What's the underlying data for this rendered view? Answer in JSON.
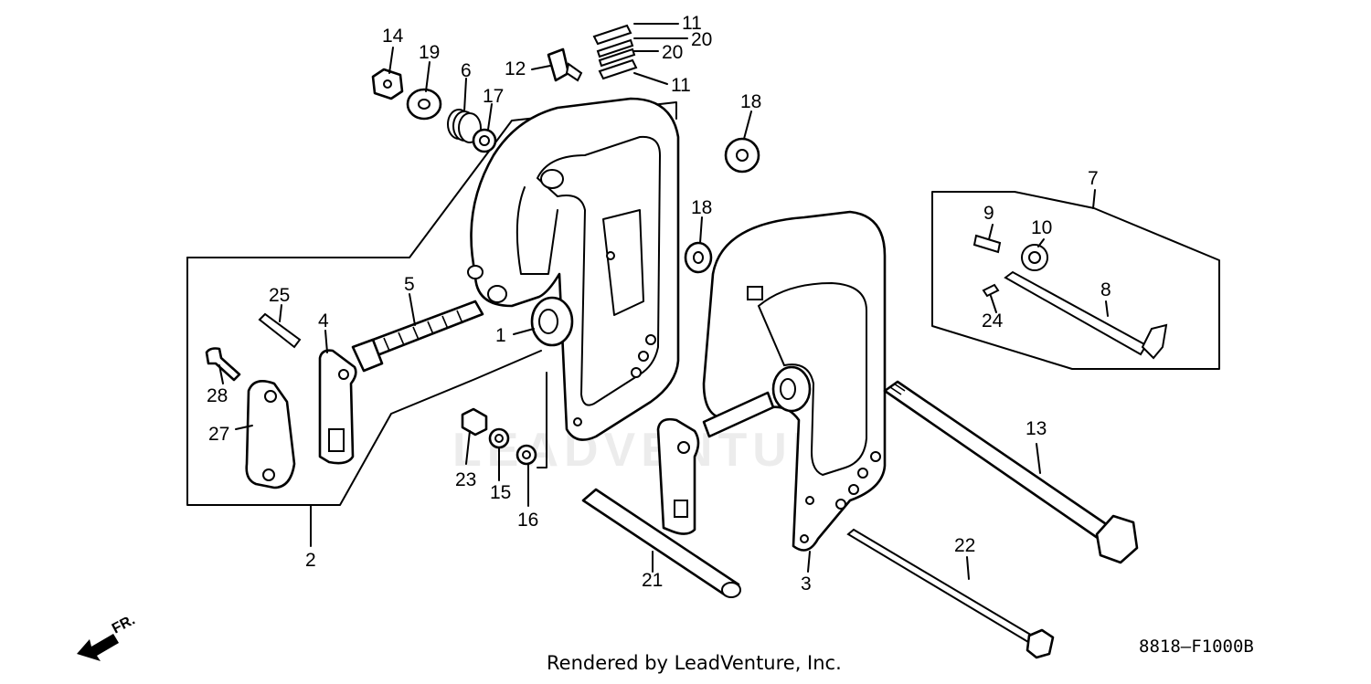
{
  "diagram": {
    "callouts": [
      "1",
      "2",
      "3",
      "4",
      "5",
      "6",
      "7",
      "8",
      "9",
      "10",
      "11",
      "11",
      "12",
      "13",
      "14",
      "15",
      "16",
      "17",
      "18",
      "18",
      "19",
      "20",
      "20",
      "21",
      "22",
      "23",
      "24",
      "25",
      "27",
      "28"
    ],
    "direction_label": "FR.",
    "watermark": "LEADVENTURE",
    "credit": "Rendered by LeadVenture, Inc.",
    "diagram_code": "8818—F1000B"
  }
}
